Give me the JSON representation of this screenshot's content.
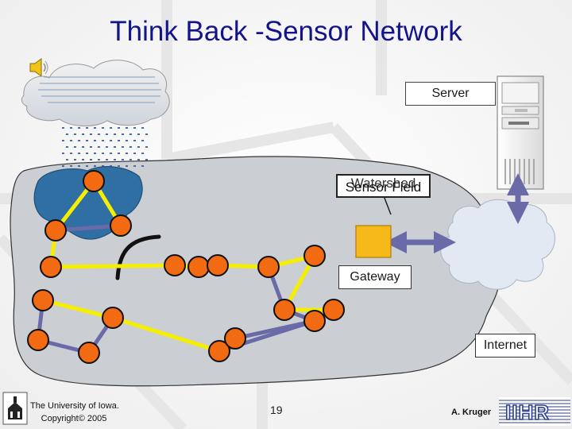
{
  "slide": {
    "title": "Think Back -Sensor Network",
    "page_number": "19"
  },
  "labels": {
    "server": "Server",
    "watershed": "Watershed",
    "sensor_field": "Sensor Field",
    "gateway": "Gateway",
    "internet": "Internet"
  },
  "footer": {
    "university": "The University of Iowa.",
    "copyright": "Copyright© 2005",
    "author": "A. Kruger",
    "logo_text": "IIHR"
  },
  "colors": {
    "title": "#14148a",
    "node_fill": "#f26a12",
    "yellow_link": "#f5ee00",
    "blue_link": "#6a6aa8",
    "gateway_fill": "#f7b81a",
    "field_fill": "#cbcfd3",
    "cloud_fill": "#e6ebf3",
    "watershed_fill": "#2f6fa4"
  },
  "icons": [
    "speaker-icon",
    "rain-cloud-icon",
    "server-tower-icon",
    "university-seal-icon",
    "iihr-logo-icon"
  ]
}
